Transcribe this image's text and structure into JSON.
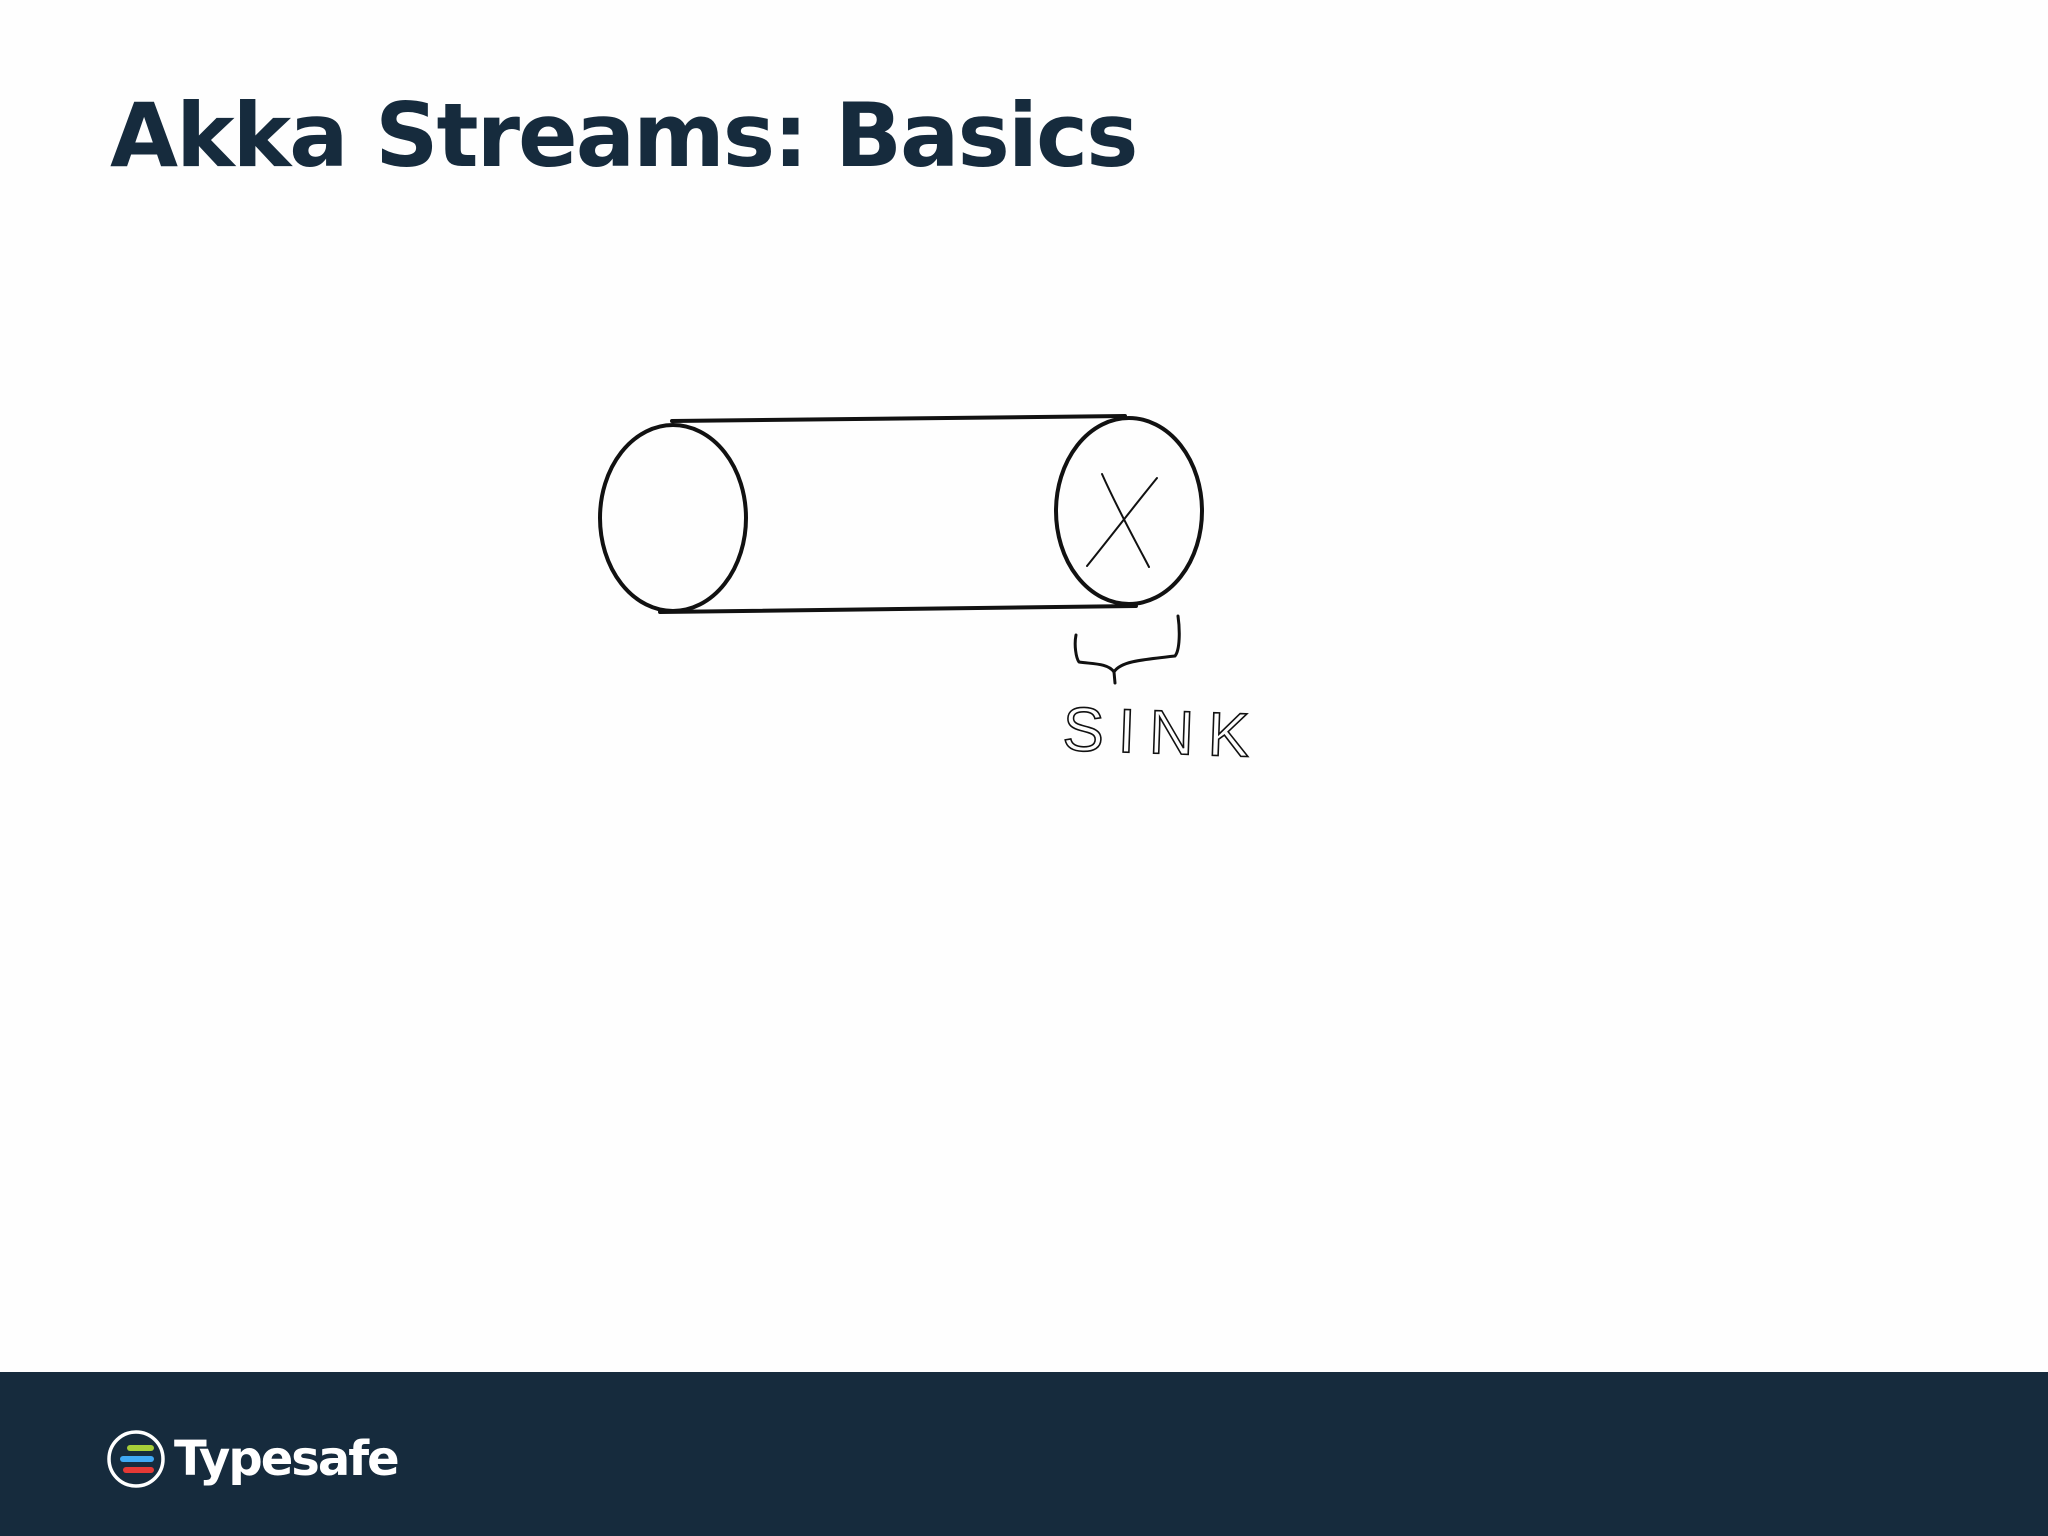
{
  "slide": {
    "title": "Akka Streams: Basics"
  },
  "diagram": {
    "sink_label": "SINK"
  },
  "footer": {
    "logo_text": "Typesafe",
    "logo_icon": "typesafe-logo-icon",
    "background_color": "#162b3d",
    "logo_stripe_colors": [
      "#a6ce39",
      "#3fa9f5",
      "#e53935"
    ]
  }
}
